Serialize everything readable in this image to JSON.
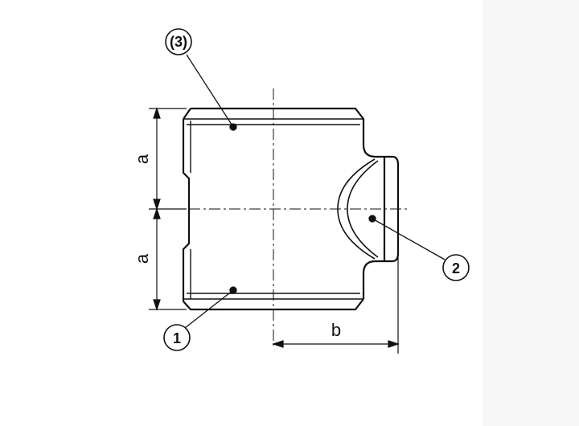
{
  "diagram": {
    "callouts": {
      "one": "1",
      "two": "2",
      "three": "(3)"
    },
    "dimensions": {
      "a_upper": "a",
      "a_lower": "a",
      "b": "b"
    },
    "colors": {
      "line": "#111111",
      "background": "#ffffff",
      "right_band": "#f5f5f5"
    }
  }
}
